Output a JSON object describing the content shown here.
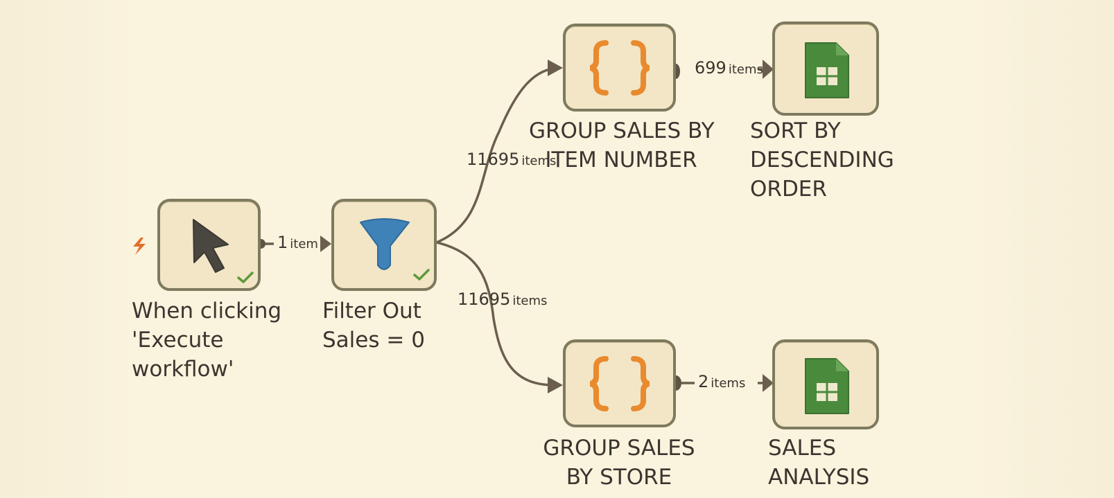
{
  "workflow": {
    "nodes": [
      {
        "id": "trigger",
        "name": "When clicking\n'Execute\nworkflow'",
        "icon": "cursor-icon",
        "status": "success"
      },
      {
        "id": "filter",
        "name": "Filter Out\nSales = 0",
        "icon": "funnel-icon",
        "status": "success"
      },
      {
        "id": "group_item",
        "name": "GROUP SALES BY\nITEM NUMBER",
        "icon": "code-braces-icon"
      },
      {
        "id": "sort",
        "name": "SORT BY\nDESCENDING\nORDER",
        "icon": "spreadsheet-icon"
      },
      {
        "id": "group_store",
        "name": "GROUP SALES\nBY STORE",
        "icon": "code-braces-icon"
      },
      {
        "id": "analysis",
        "name": "SALES\nANALYSIS",
        "icon": "spreadsheet-icon"
      }
    ],
    "connections": [
      {
        "from": "trigger",
        "to": "filter",
        "count": "1",
        "unit": "item"
      },
      {
        "from": "filter",
        "to": "group_item",
        "count": "11695",
        "unit": "items"
      },
      {
        "from": "filter",
        "to": "group_store",
        "count": "11695",
        "unit": "items"
      },
      {
        "from": "group_item",
        "to": "sort",
        "count": "699",
        "unit": "items"
      },
      {
        "from": "group_store",
        "to": "analysis",
        "count": "2",
        "unit": "items"
      }
    ]
  },
  "colors": {
    "background": "#faf3dd",
    "node_fill": "#f2e6c7",
    "node_border": "#7d7a5e",
    "wire": "#6b5e4e",
    "braces": "#e98a2e",
    "funnel": "#3f82b8",
    "sheet": "#4a8a3c",
    "check": "#5d9a3c",
    "trigger_bolt": "#e0702a"
  }
}
